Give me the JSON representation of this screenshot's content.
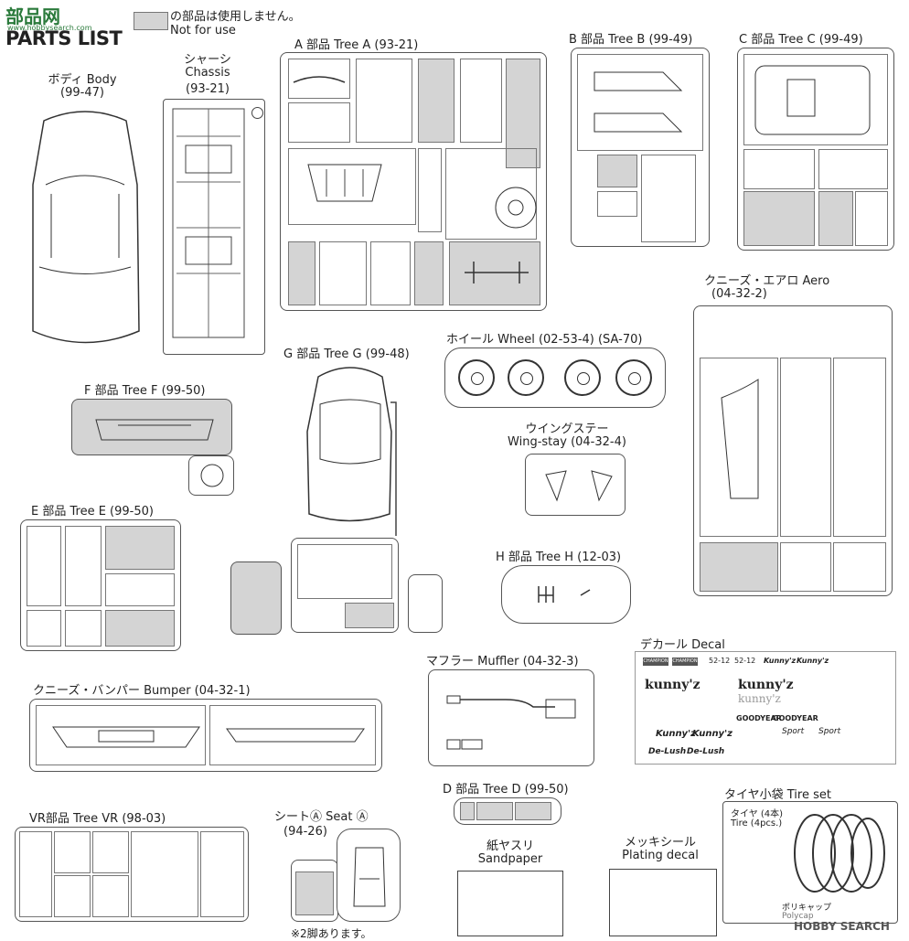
{
  "header": {
    "brand": "部品网",
    "brand_sub": "www.hobbysearch.com",
    "title": "PARTS LIST",
    "legend_jp": "の部品は使用しません。",
    "legend_en": "Not for use"
  },
  "sections": {
    "body": {
      "name": "ボディ Body",
      "code": "(99-47)"
    },
    "chassis": {
      "name_jp": "シャーシ",
      "name_en": "Chassis",
      "code": "(93-21)"
    },
    "tree_a": {
      "name": "A 部品 Tree A (93-21)"
    },
    "tree_b": {
      "name": "B 部品 Tree B (99-49)"
    },
    "tree_c": {
      "name": "C 部品 Tree C (99-49)"
    },
    "aero": {
      "name": "クニーズ・エアロ Aero",
      "code": "(04-32-2)"
    },
    "wheel": {
      "name": "ホイール Wheel (02-53-4) (SA-70)"
    },
    "wing_stay": {
      "name_jp": "ウイングステー",
      "name_en": "Wing-stay (04-32-4)"
    },
    "tree_f": {
      "name": "F 部品 Tree F (99-50)"
    },
    "tree_g": {
      "name": "G 部品 Tree G (99-48)"
    },
    "tree_e": {
      "name": "E 部品 Tree E (99-50)"
    },
    "tree_h": {
      "name": "H 部品 Tree H (12-03)"
    },
    "decal": {
      "name": "デカール Decal",
      "texts": [
        "CHAMPION",
        "CHAMPION",
        "52-12",
        "52-12",
        "Kunny'z",
        "Kunny'z",
        "kunny'z",
        "kunny'z",
        "kunny'z",
        "GOODYEAR",
        "GOODYEAR",
        "Kunny'z",
        "Kunny'z",
        "Sport",
        "Sport",
        "De-Lush",
        "De-Lush"
      ]
    },
    "muffler": {
      "name": "マフラー Muffler (04-32-3)"
    },
    "bumper": {
      "name": "クニーズ・バンパー Bumper (04-32-1)"
    },
    "tree_d": {
      "name": "D 部品 Tree D (99-50)"
    },
    "tire_set": {
      "name": "タイヤ小袋 Tire set",
      "tire_label_jp": "タイヤ (4本)",
      "tire_label_en": "Tire (4pcs.)",
      "poly_label": "ポリキャップ",
      "poly_en": "Polycap"
    },
    "tree_vr": {
      "name": "VR部品 Tree VR (98-03)"
    },
    "seat": {
      "name": "シートⒶ Seat Ⓐ",
      "code": "(94-26)",
      "note": "※2脚あります。"
    },
    "sandpaper": {
      "name_jp": "紙ヤスリ",
      "name_en": "Sandpaper"
    },
    "plating": {
      "name_jp": "メッキシール",
      "name_en": "Plating decal"
    }
  },
  "footer": {
    "watermark": "HOBBY SEARCH"
  }
}
